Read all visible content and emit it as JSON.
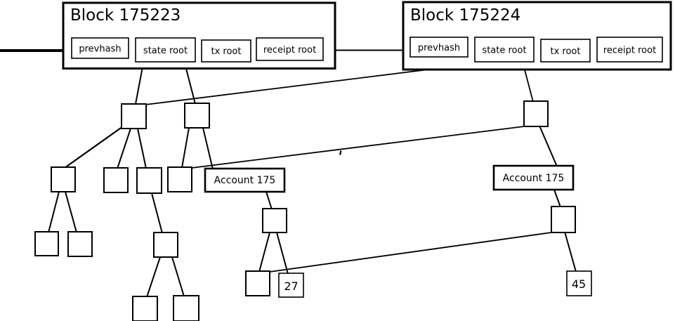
{
  "colors": {
    "background": "#ffffff",
    "line": "#000000",
    "text": "#000000"
  },
  "blocks": [
    {
      "title": "Block 175223",
      "fields": [
        "prevhash",
        "state root",
        "tx root",
        "receipt root"
      ]
    },
    {
      "title": "Block 175224",
      "fields": [
        "prevhash",
        "state root",
        "tx root",
        "receipt root"
      ]
    }
  ],
  "accounts": [
    "Account 175",
    "Account 175"
  ],
  "leaf_values": [
    "27",
    "45"
  ]
}
